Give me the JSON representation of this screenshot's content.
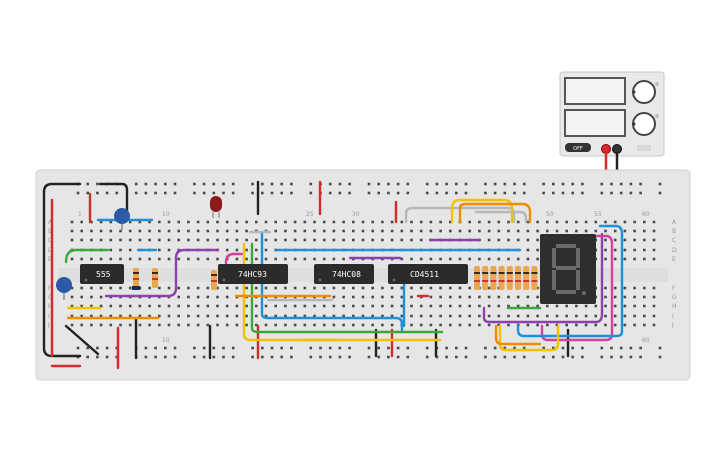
{
  "breadboard": {
    "column_numbers_top": [
      "1",
      "10",
      "25",
      "30",
      "50",
      "55",
      "60"
    ],
    "column_numbers_bottom": [
      "10",
      "60"
    ],
    "row_letters_left": [
      "A",
      "B",
      "C",
      "D",
      "E",
      "F",
      "G",
      "H",
      "I",
      "J"
    ],
    "row_letters_right": [
      "A",
      "B",
      "C",
      "D",
      "E",
      "F",
      "G",
      "H",
      "I",
      "J"
    ]
  },
  "chips": [
    {
      "name": "chip-555",
      "label": "555"
    },
    {
      "name": "chip-74hc93",
      "label": "74HC93"
    },
    {
      "name": "chip-74hc08",
      "label": "74HC08"
    },
    {
      "name": "chip-cd4511",
      "label": "CD4511"
    }
  ],
  "power_supply": {
    "power_label": "OFF"
  },
  "display": {
    "digit": "8"
  },
  "colors": {
    "board": "#e6e6e6",
    "chip": "#2b2b2b",
    "wire_red": "#d42a2a",
    "wire_black": "#222222",
    "wire_yellow": "#f2c200",
    "wire_orange": "#f08c00",
    "wire_blue": "#1e90d6",
    "wire_green": "#3aa83a",
    "wire_purple": "#8e3fb0",
    "wire_magenta": "#d63fa0",
    "wire_gray": "#b8b8b8",
    "capacitor": "#2b5aa8",
    "led": "#8b1a1a"
  }
}
